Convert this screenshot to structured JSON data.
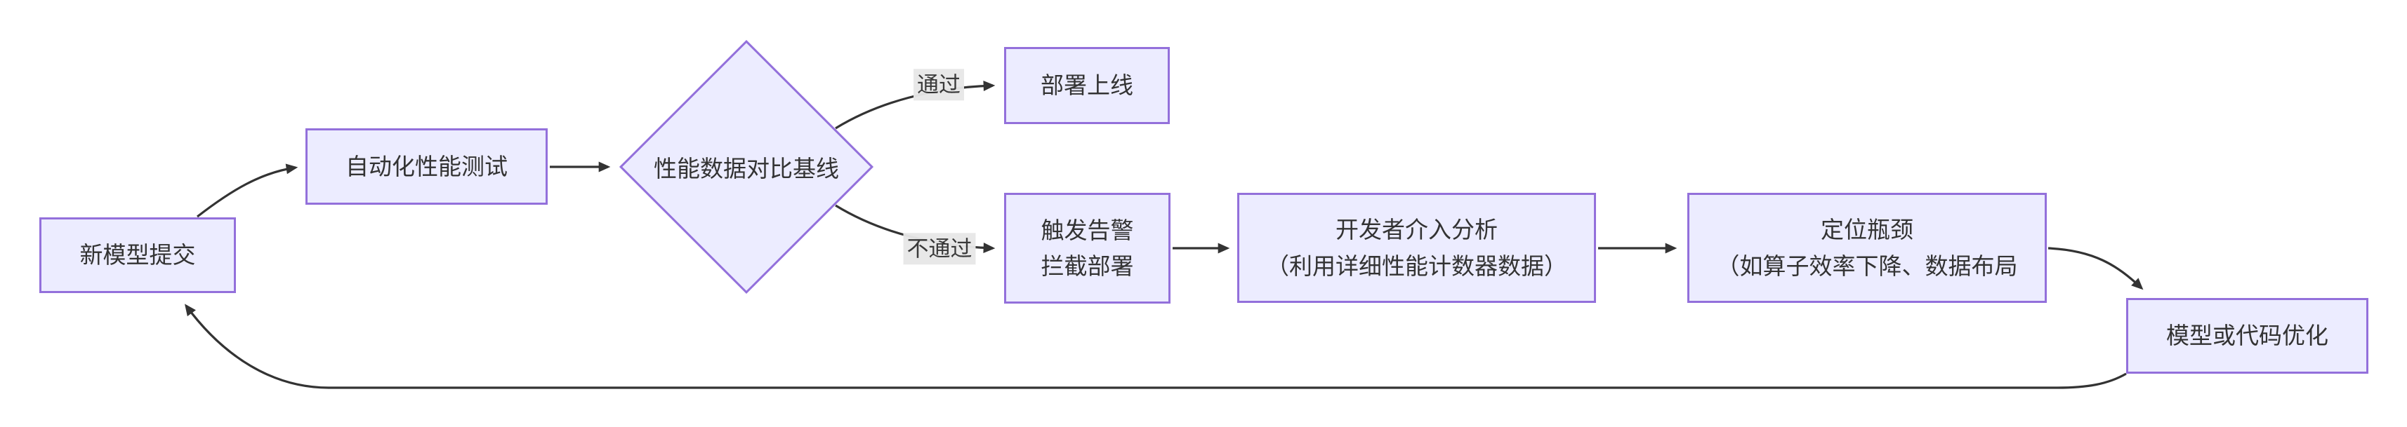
{
  "diagram": {
    "kind": "flowchart",
    "direction": "left-to-right",
    "background": "#ffffff",
    "colors": {
      "node_fill": "#ECECFF",
      "node_border": "#9370DB",
      "edge_line": "#333333",
      "text": "#333333",
      "edge_label_bg": "#e8e8e8"
    },
    "nodes": {
      "submit": {
        "shape": "rect",
        "label": "新模型提交"
      },
      "autotest": {
        "shape": "rect",
        "label": "自动化性能测试"
      },
      "compare": {
        "shape": "diamond",
        "label": "性能数据对比基线"
      },
      "deploy": {
        "shape": "rect",
        "label": "部署上线"
      },
      "alert": {
        "shape": "rect",
        "line1": "触发告警",
        "line2": "拦截部署"
      },
      "analysis": {
        "shape": "rect",
        "line1": "开发者介入分析",
        "line2": "（利用详细性能计数器数据）"
      },
      "bottleneck": {
        "shape": "rect",
        "line1": "定位瓶颈",
        "line2": "（如算子效率下降、数据布局"
      },
      "optimize": {
        "shape": "rect",
        "label": "模型或代码优化"
      }
    },
    "edge_labels": {
      "pass": "通过",
      "fail": "不通过"
    },
    "edges": [
      {
        "from": "submit",
        "to": "autotest",
        "label": ""
      },
      {
        "from": "autotest",
        "to": "compare",
        "label": ""
      },
      {
        "from": "compare",
        "to": "deploy",
        "label": "通过"
      },
      {
        "from": "compare",
        "to": "alert",
        "label": "不通过"
      },
      {
        "from": "alert",
        "to": "analysis",
        "label": ""
      },
      {
        "from": "analysis",
        "to": "bottleneck",
        "label": ""
      },
      {
        "from": "bottleneck",
        "to": "optimize",
        "label": ""
      },
      {
        "from": "optimize",
        "to": "submit",
        "label": ""
      }
    ]
  }
}
